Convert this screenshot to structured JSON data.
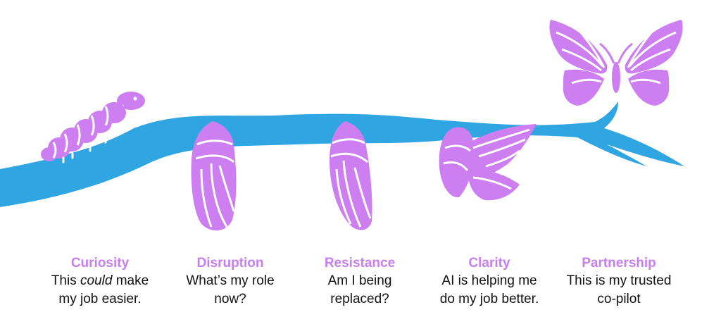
{
  "colors": {
    "branch": "#2fa6e2",
    "creature": "#cd7ef0",
    "creature_line": "#ffffff",
    "title": "#c77ef0",
    "text": "#111111"
  },
  "stages": [
    {
      "icon": "caterpillar-icon",
      "title": "Curiosity",
      "line1_pre": "This ",
      "line1_em": "could",
      "line1_post": " make",
      "line2": "my job easier."
    },
    {
      "icon": "chrysalis-icon",
      "title": "Disruption",
      "line1": "What’s my role",
      "line2": "now?"
    },
    {
      "icon": "chrysalis-icon",
      "title": "Resistance",
      "line1": "Am I being",
      "line2": "replaced?"
    },
    {
      "icon": "emerging-butterfly-icon",
      "title": "Clarity",
      "line1": "AI is helping me",
      "line2": "do my job better."
    },
    {
      "icon": "butterfly-icon",
      "title": "Partnership",
      "line1": "This is my trusted",
      "line2": "co-pilot"
    }
  ]
}
